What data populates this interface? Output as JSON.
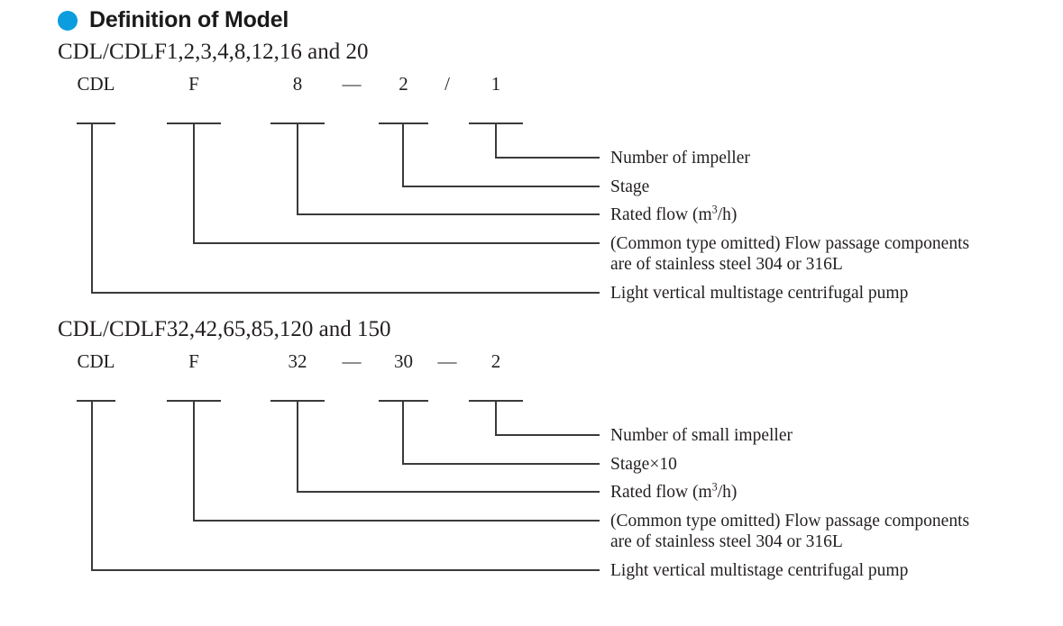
{
  "heading": {
    "bullet_color": "#0b9ddd",
    "title": "Definition of Model"
  },
  "diagrams": [
    {
      "series_title": "CDL/CDLF1,2,3,4,8,12,16 and 20",
      "code": {
        "cells": [
          "CDL",
          "F",
          "8",
          "2",
          "1"
        ],
        "separator_1": "—",
        "separator_2": "/"
      },
      "labels": [
        {
          "text": "Number of impeller"
        },
        {
          "text": "Stage"
        },
        {
          "text_before": "Rated flow (m",
          "sup": "3",
          "text_after": "/h)"
        },
        {
          "line1": "(Common type omitted) Flow passage components",
          "line2": " are of stainless steel 304 or 316L"
        },
        {
          "text": "Light vertical multistage centrifugal pump"
        }
      ]
    },
    {
      "series_title": "CDL/CDLF32,42,65,85,120 and 150",
      "code": {
        "cells": [
          "CDL",
          "F",
          "32",
          "30",
          "2"
        ],
        "separator_1": "—",
        "separator_2": "—"
      },
      "labels": [
        {
          "text": "Number of small impeller"
        },
        {
          "text": "Stage×10"
        },
        {
          "text_before": "Rated flow (m",
          "sup": "3",
          "text_after": "/h)"
        },
        {
          "line1": "(Common type omitted) Flow passage components",
          "line2": "are of stainless steel 304 or 316L"
        },
        {
          "text": "Light vertical multistage centrifugal pump"
        }
      ]
    }
  ]
}
